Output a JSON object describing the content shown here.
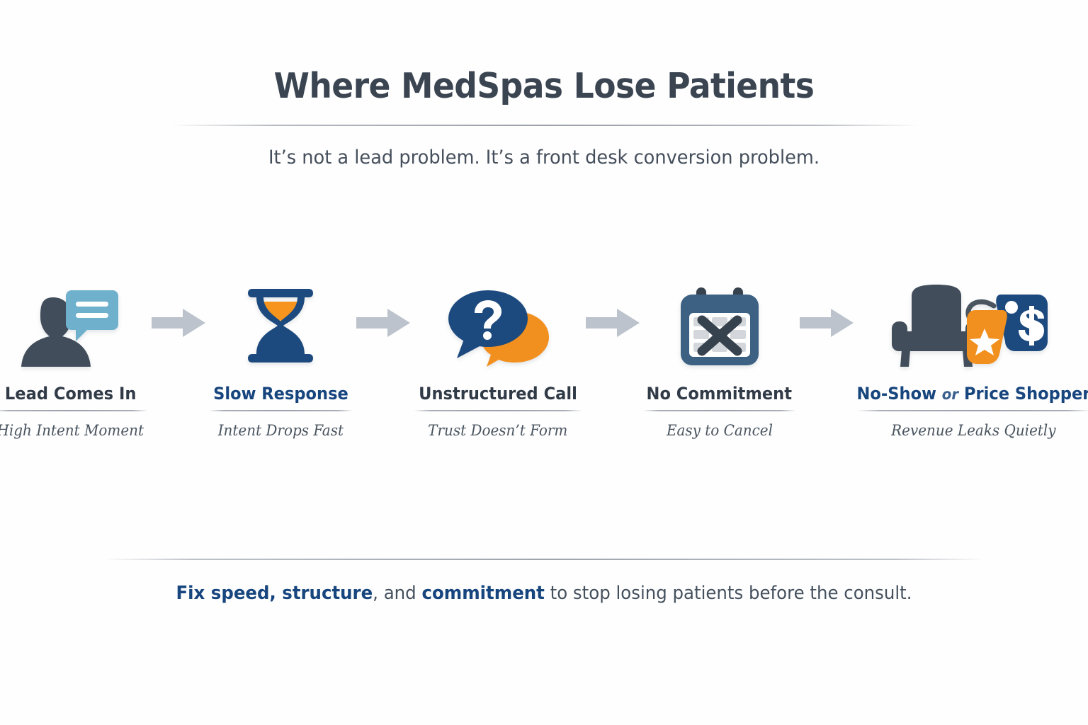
{
  "header": {
    "title": "Where MedSpas Lose Patients",
    "subtitle": "It’s not a lead problem. It’s a front desk conversion problem."
  },
  "flow": {
    "arrow_icon": "arrow-right-icon",
    "steps": [
      {
        "icon": "person-with-speech-bubble-icon",
        "label": "Lead Comes In",
        "label_color": "#313b47",
        "sublabel": "High Intent Moment"
      },
      {
        "icon": "hourglass-icon",
        "label": "Slow Response",
        "label_color": "#17457e",
        "sublabel": "Intent Drops Fast"
      },
      {
        "icon": "speech-bubbles-question-icon",
        "label": "Unstructured Call",
        "label_color": "#313b47",
        "sublabel": "Trust Doesn’t Form"
      },
      {
        "icon": "calendar-cancelled-icon",
        "label": "No Commitment",
        "label_color": "#313b47",
        "sublabel": "Easy to Cancel"
      },
      {
        "icon": "empty-chair-with-price-tags-icon",
        "label_part1": "No-Show",
        "label_middle": "or",
        "label_part2": "Price Shopper",
        "label_color": "#17457e",
        "sublabel": "Revenue Leaks Quietly"
      }
    ]
  },
  "footer": {
    "bold1": "Fix speed, structure",
    "mid": ", and ",
    "bold2": "commitment",
    "tail": " to stop losing patients before the consult."
  },
  "colors": {
    "navy": "#17457e",
    "orange": "#f28e1e",
    "charcoal": "#3b4552",
    "slate": "#414d5a",
    "light_blue": "#6fb0cc",
    "steel_blue": "#3c6182",
    "arrow_gray": "#bcc3cc",
    "rule_gray": "#9ca2ac",
    "background": "#fefefe"
  }
}
